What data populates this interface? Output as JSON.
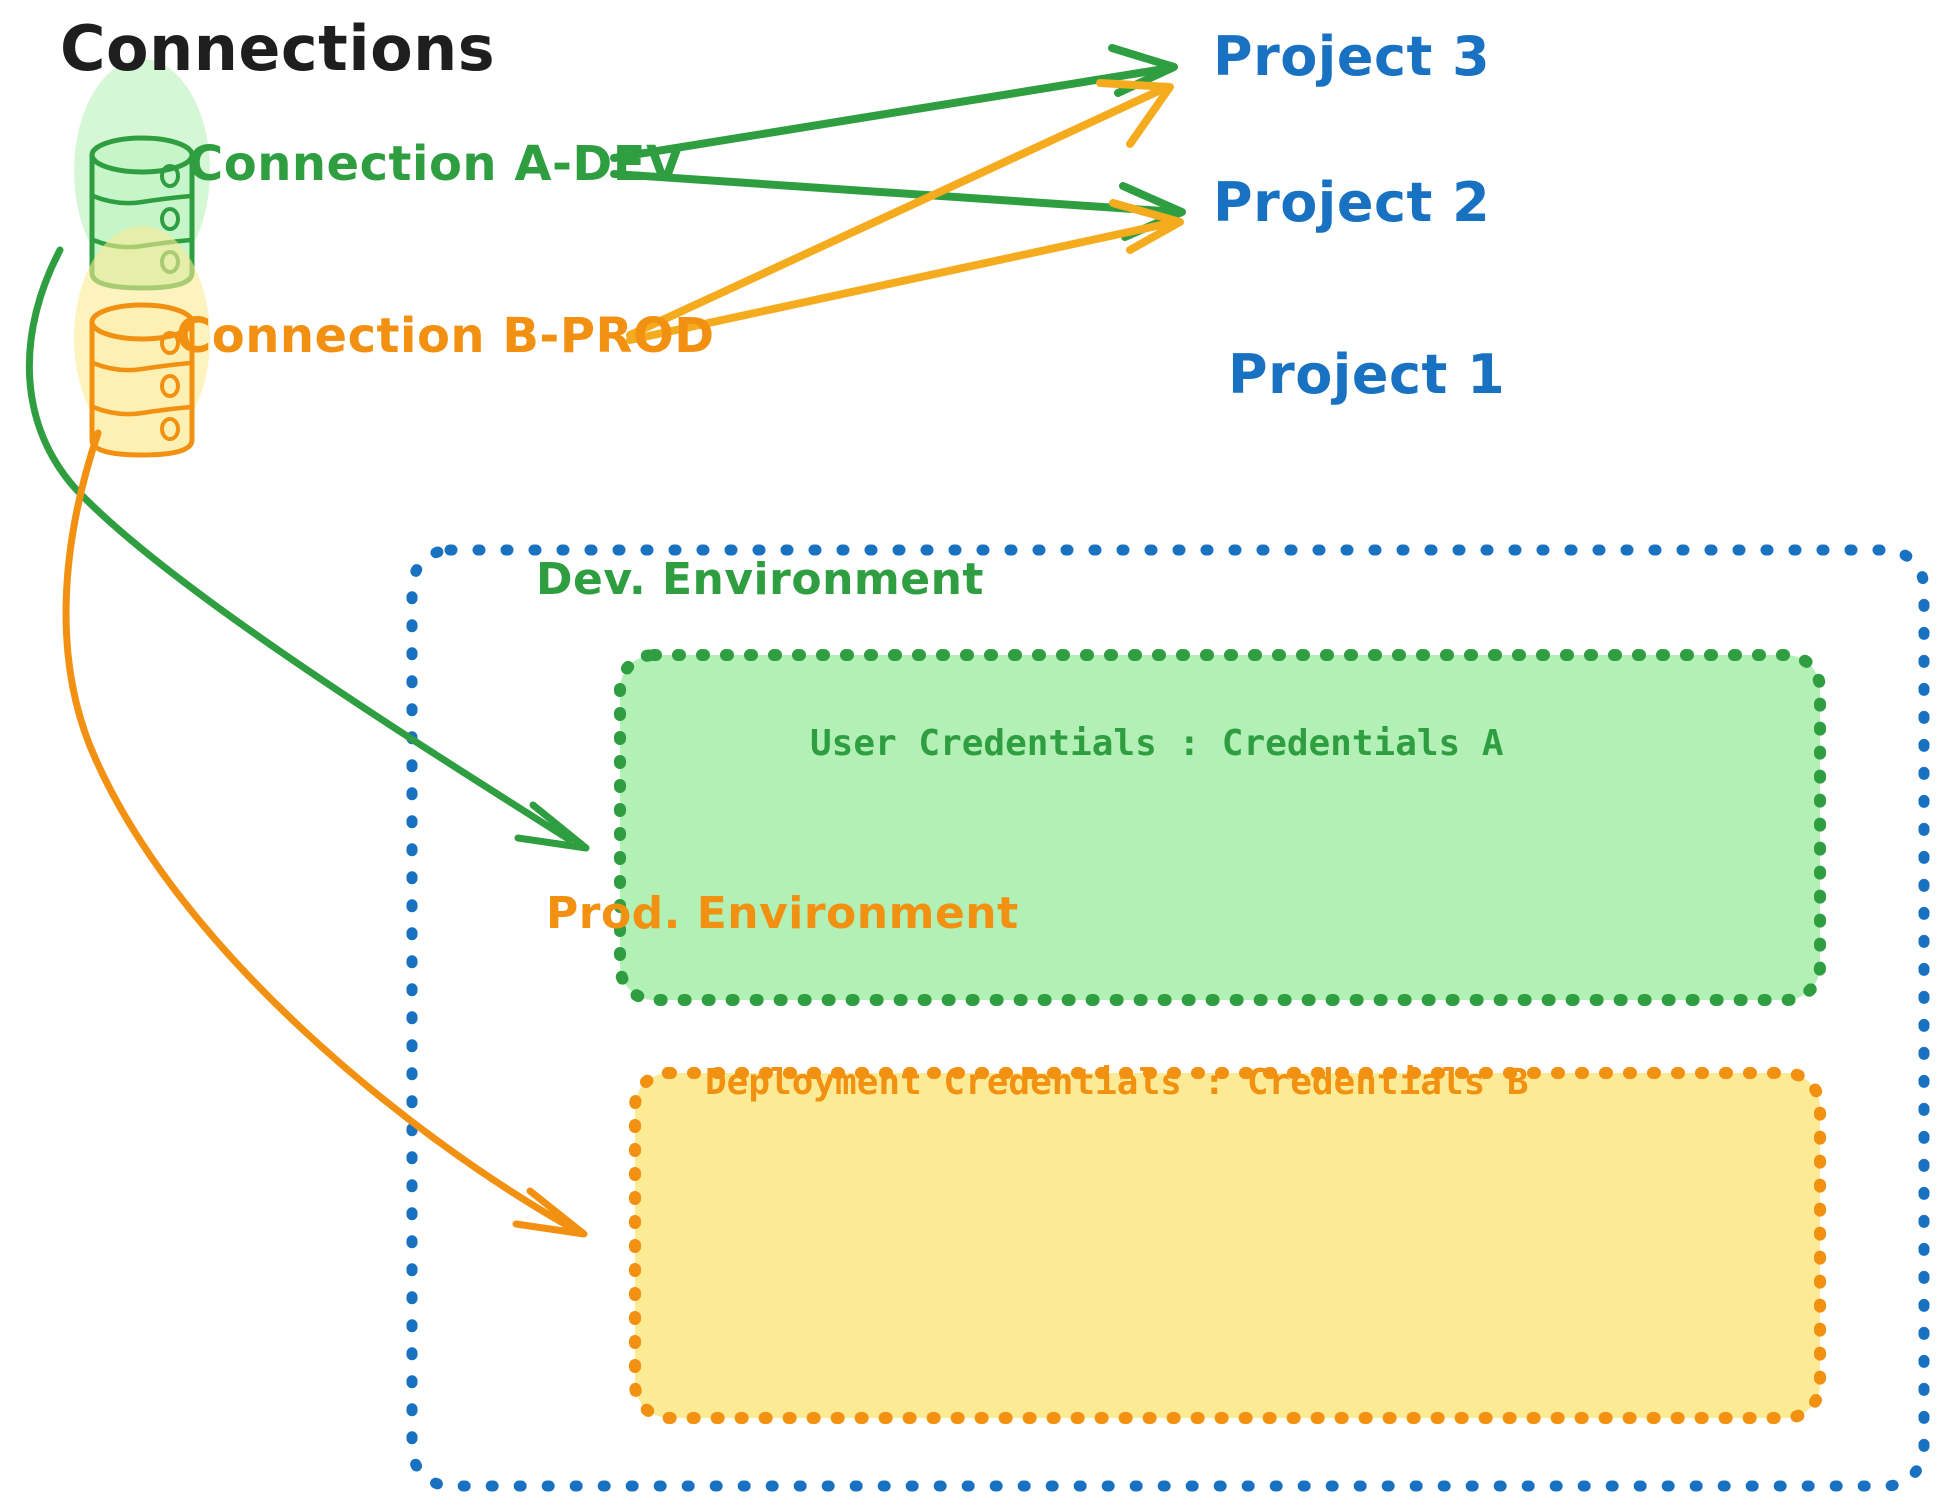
{
  "title": "Connections",
  "connections": [
    {
      "name": "Connection A-DEV",
      "color": "#2F9E41",
      "icon": "database-cylinder-icon"
    },
    {
      "name": "Connection B-PROD",
      "color": "#F29111",
      "icon": "database-cylinder-icon"
    }
  ],
  "projects": [
    {
      "label": "Project 3",
      "color": "#1971C2"
    },
    {
      "label": "Project 2",
      "color": "#1971C2"
    },
    {
      "label": "Project 1",
      "color": "#1971C2"
    }
  ],
  "project1_container": {
    "label": "Project 1",
    "border_color": "#1971C2",
    "environments": [
      {
        "title": "Dev. Environment",
        "credential_label": "User Credentials",
        "credential_value": "Credentials A",
        "credential_line": "User Credentials : Credentials A",
        "fill_color": "#B2F0B5",
        "border_color": "#2F9E41"
      },
      {
        "title": "Prod. Environment",
        "credential_label": "Deployment Credentials",
        "credential_value": "Credentials B",
        "credential_line": "Deployment Credentials : Credentials B",
        "fill_color": "#FCEB94",
        "border_color": "#F29111"
      }
    ]
  },
  "edges": [
    {
      "from": "Connection A-DEV",
      "to": "Project 3",
      "color": "#2F9E41"
    },
    {
      "from": "Connection A-DEV",
      "to": "Project 2",
      "color": "#2F9E41"
    },
    {
      "from": "Connection A-DEV",
      "to": "Dev. Environment",
      "color": "#2F9E41"
    },
    {
      "from": "Connection B-PROD",
      "to": "Project 3",
      "color": "#F5AB1E"
    },
    {
      "from": "Connection B-PROD",
      "to": "Project 2",
      "color": "#F5AB1E"
    },
    {
      "from": "Connection B-PROD",
      "to": "Prod. Environment",
      "color": "#F29111"
    }
  ],
  "colors": {
    "green_stroke": "#2F9E41",
    "green_fill": "#B2F0B5",
    "orange_stroke": "#F29111",
    "orange_arrow": "#F5AB1E",
    "orange_fill": "#FCEB94",
    "blue": "#1971C2",
    "title_black": "#1e1e1e",
    "background": "#ffffff"
  }
}
